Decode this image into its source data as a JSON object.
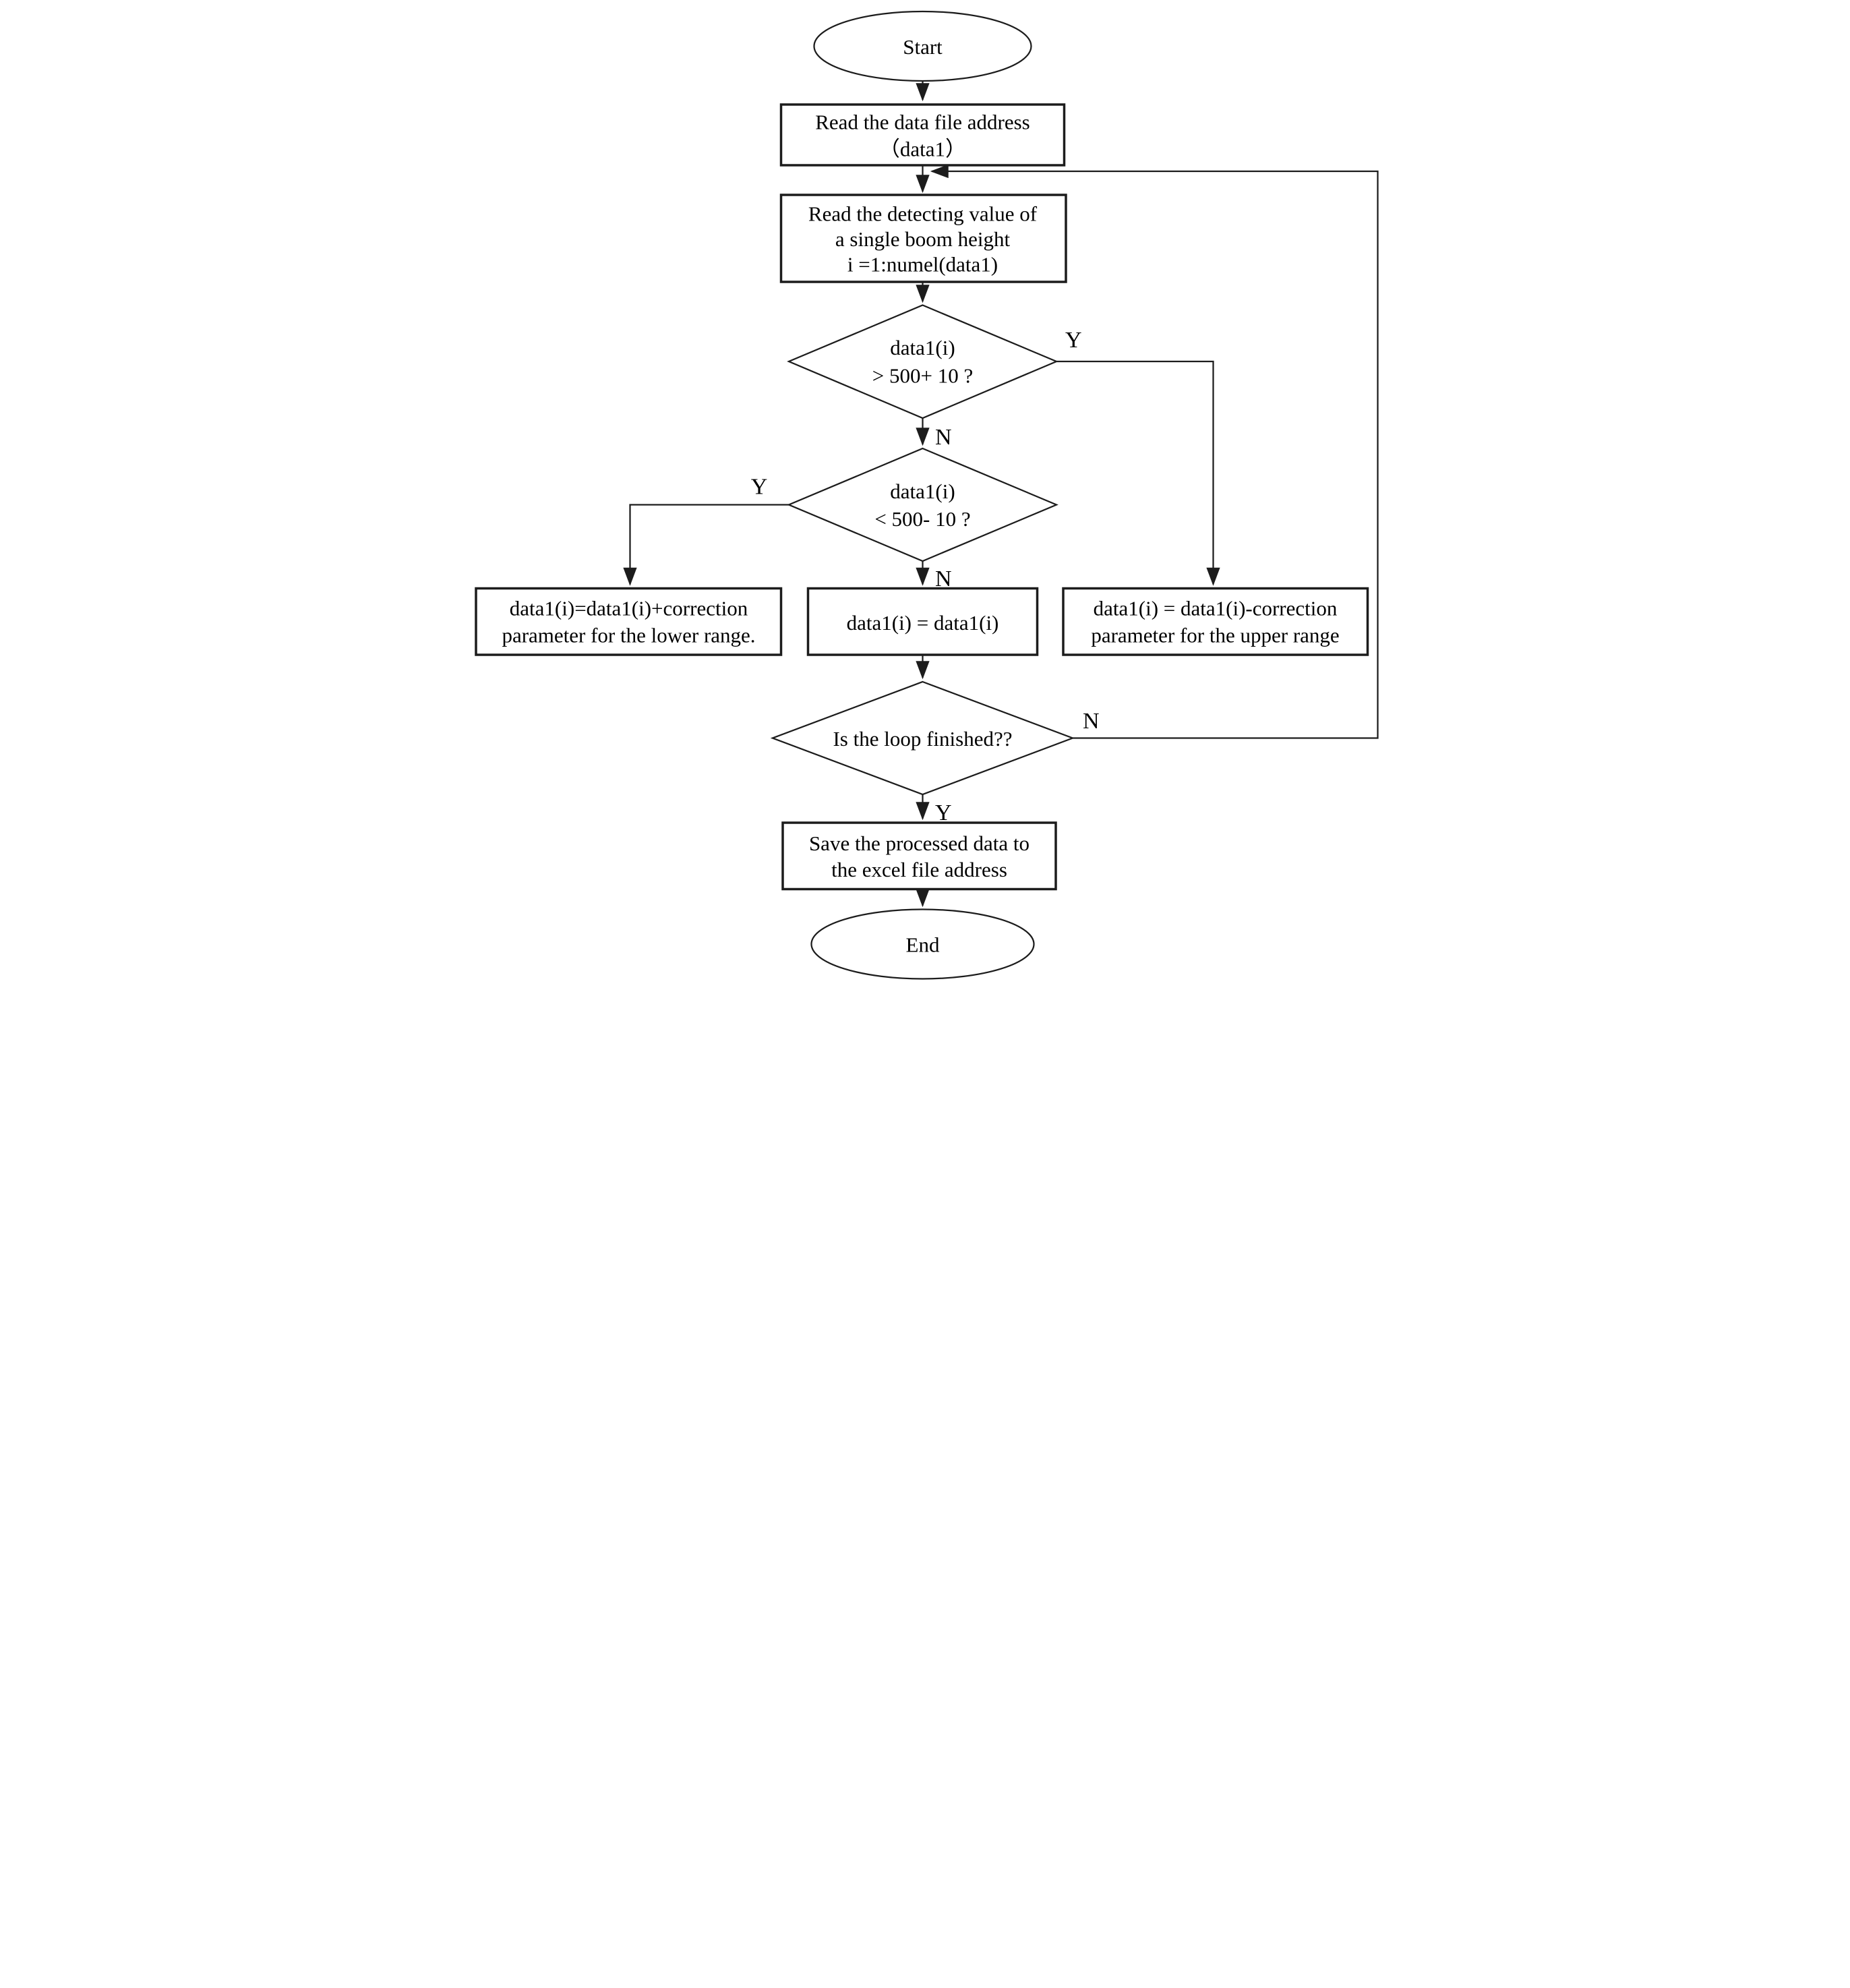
{
  "colors": {
    "background": "#ffffff",
    "line": "#1c1c1c",
    "text": "#000000"
  },
  "nodes": {
    "start": {
      "shape": "terminator-ellipse",
      "label": "Start"
    },
    "read_file": {
      "shape": "process-rect",
      "line1": "Read the data file address",
      "line2": "（data1）"
    },
    "read_value": {
      "shape": "process-rect",
      "line1": "Read the detecting value of",
      "line2": "a single boom height",
      "line3": "i =1:numel(data1)"
    },
    "check_upper": {
      "shape": "decision-diamond",
      "line1": "data1(i)",
      "line2": "> 500+ 10 ?"
    },
    "check_lower": {
      "shape": "decision-diamond",
      "line1": "data1(i)",
      "line2": "< 500- 10 ?"
    },
    "lower_correction": {
      "shape": "process-rect",
      "line1": "data1(i)=data1(i)+correction",
      "line2": "parameter for the lower range."
    },
    "no_correction": {
      "shape": "process-rect",
      "line1": "data1(i) = data1(i)"
    },
    "upper_correction": {
      "shape": "process-rect",
      "line1": "data1(i) = data1(i)-correction",
      "line2": "parameter for the upper range"
    },
    "loop_check": {
      "shape": "decision-diamond",
      "line1": "Is the loop finished??"
    },
    "save": {
      "shape": "process-rect",
      "line1": "Save the processed data to",
      "line2": "the excel file address"
    },
    "end": {
      "shape": "terminator-ellipse",
      "label": "End"
    }
  },
  "edge_labels": {
    "check_upper_yes": "Y",
    "check_upper_no": "N",
    "check_lower_yes": "Y",
    "check_lower_no": "N",
    "loop_check_no": "N",
    "loop_check_yes": "Y"
  }
}
